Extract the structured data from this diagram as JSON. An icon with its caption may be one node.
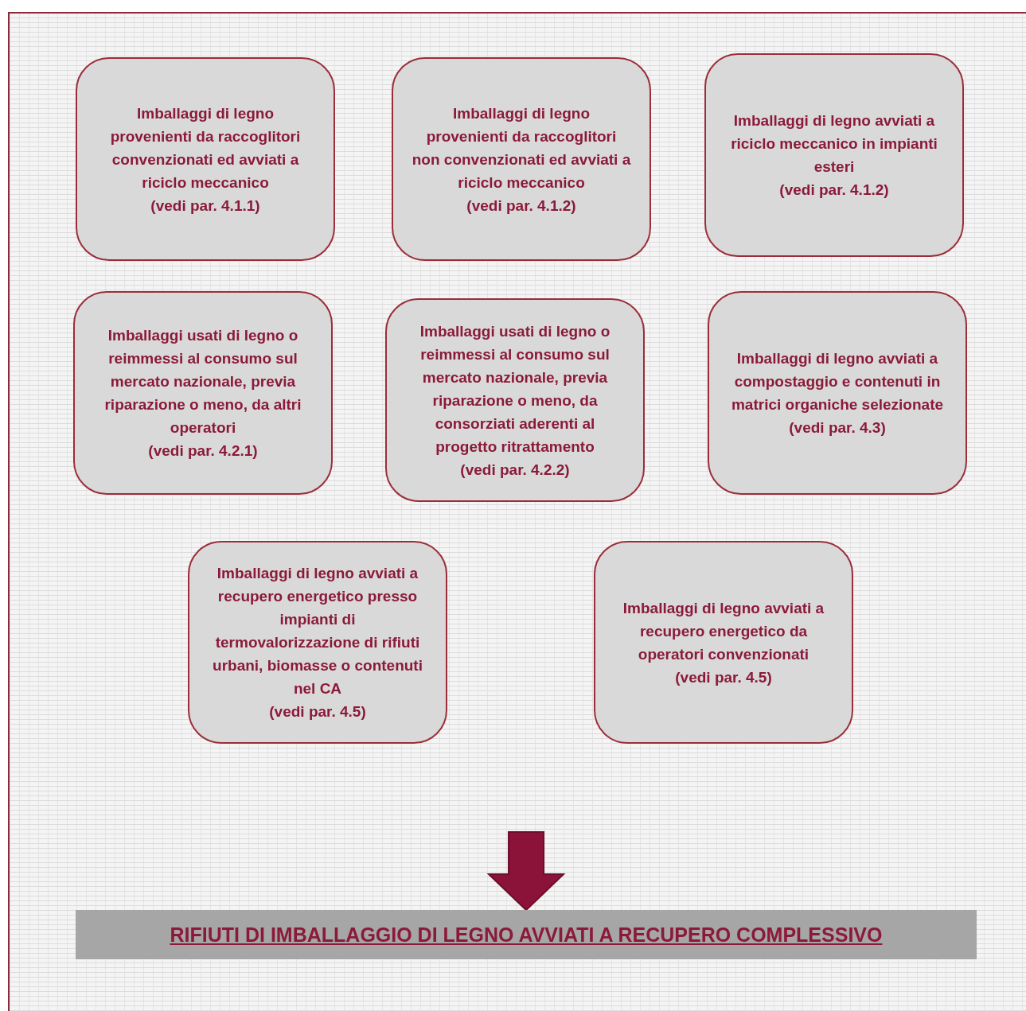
{
  "diagram": {
    "nodes": [
      {
        "text": [
          "Imballaggi di legno provenienti da raccoglitori convenzionati ed avviati a riciclo meccanico",
          "(vedi par. 4.1.1)"
        ]
      },
      {
        "text": [
          "Imballaggi di legno provenienti da raccoglitori non convenzionati ed avviati a riciclo meccanico",
          "(vedi par. 4.1.2)"
        ]
      },
      {
        "text": [
          "Imballaggi di legno avviati a riciclo meccanico in impianti esteri",
          "(vedi par. 4.1.2)"
        ]
      },
      {
        "text": [
          "Imballaggi usati di legno o reimmessi al consumo sul mercato nazionale, previa riparazione o meno, da altri operatori",
          "(vedi par. 4.2.1)"
        ]
      },
      {
        "text": [
          "Imballaggi usati di legno o reimmessi al consumo sul mercato nazionale, previa riparazione o meno, da consorziati aderenti al progetto ritrattamento",
          "(vedi par. 4.2.2)"
        ]
      },
      {
        "text": [
          "Imballaggi di legno avviati a compostaggio e contenuti in matrici organiche selezionate",
          "(vedi par. 4.3)"
        ]
      },
      {
        "text": [
          "Imballaggi di legno avviati a recupero energetico presso impianti di termovalorizzazione di rifiuti urbani, biomasse o contenuti nel CA",
          "(vedi par. 4.5)"
        ]
      },
      {
        "text": [
          "Imballaggi di legno avviati a recupero energetico da operatori convenzionati",
          "(vedi par. 4.5)"
        ]
      },
      {
        "text": [
          "RIFIUTI DI IMBALLAGGIO DI LEGNO AVVIATI A RECUPERO COMPLESSIVO"
        ]
      }
    ],
    "edges": [
      {
        "from": null,
        "to": 8,
        "arrow": "to",
        "style": "thick"
      }
    ]
  }
}
